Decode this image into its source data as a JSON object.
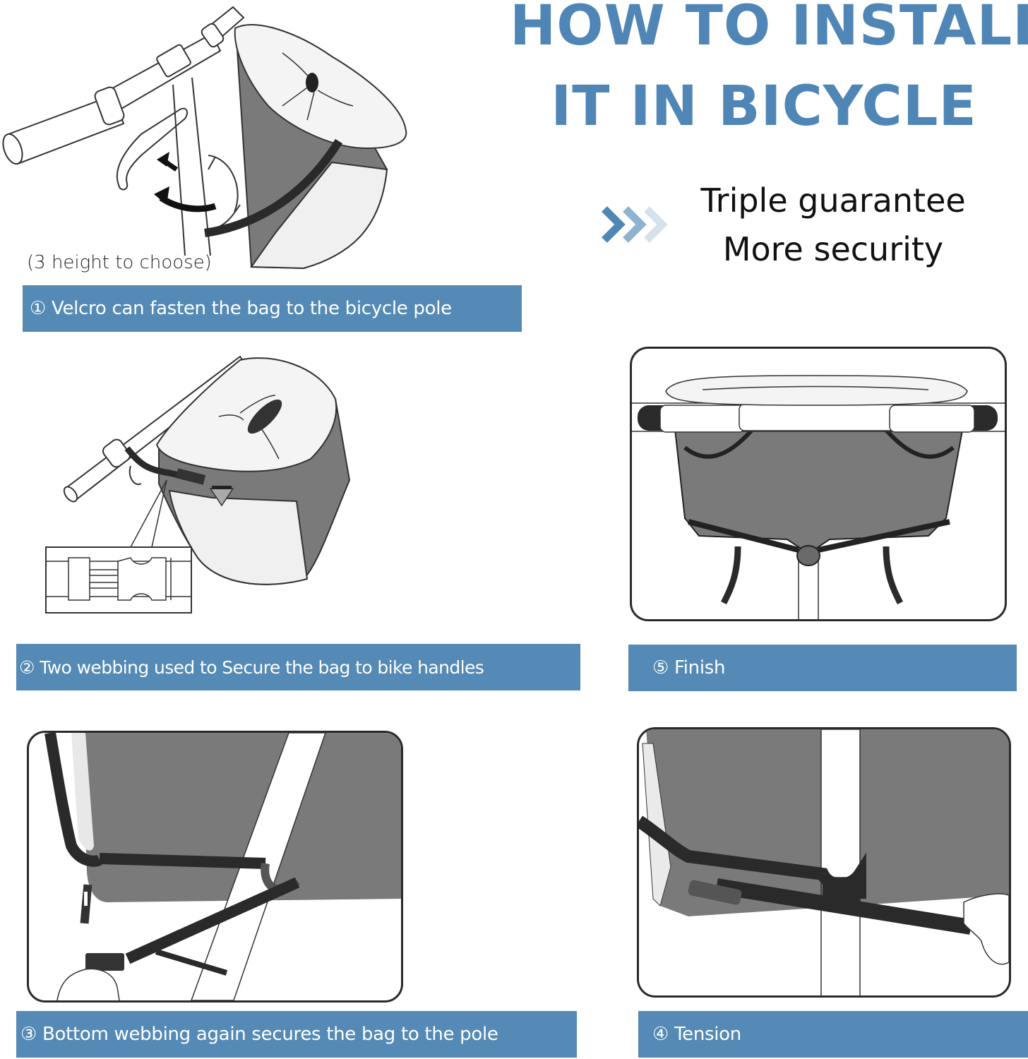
{
  "header": {
    "title_line_1": "HOW TO INSTALL",
    "title_line_2": "IT IN BICYCLE",
    "tagline_line_1": "Triple guarantee",
    "tagline_line_2": "More security",
    "chevron_icon": "triple-chevron-right-icon"
  },
  "colors": {
    "accent_blue": "#548ab5",
    "title_blue": "#4f86b6",
    "bag_gray": "#777777",
    "strap_black": "#2a2a2a"
  },
  "steps": [
    {
      "number": "①",
      "label": "① Velcro can fasten the bag to the bicycle pole",
      "note": "(3 height to choose)"
    },
    {
      "number": "②",
      "label": "② Two webbing used to Secure the bag to bike handles"
    },
    {
      "number": "③",
      "label": "③ Bottom webbing again secures the bag to the pole"
    },
    {
      "number": "④",
      "label": "④ Tension"
    },
    {
      "number": "⑤",
      "label": "⑤ Finish"
    }
  ]
}
